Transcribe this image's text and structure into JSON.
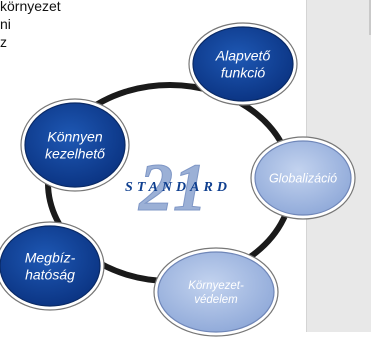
{
  "intro_text": [
    "környezet",
    "ni",
    "z"
  ],
  "center": {
    "number": "21",
    "word": "STANDARD"
  },
  "nodes": [
    {
      "id": "alapveto",
      "lines": [
        "Alapvető",
        "funkció"
      ],
      "style": "dark"
    },
    {
      "id": "globalizacio",
      "lines": [
        "Globalizáció"
      ],
      "style": "light"
    },
    {
      "id": "kornyezetvedelem",
      "lines": [
        "Környezet-",
        "védelem"
      ],
      "style": "light"
    },
    {
      "id": "megbizhatosag",
      "lines": [
        "Megbíz-",
        "hatóság"
      ],
      "style": "dark"
    },
    {
      "id": "konnyen",
      "lines": [
        "Könnyen",
        "kezelhető"
      ],
      "style": "dark"
    }
  ],
  "colors": {
    "dark_fill": "#0f3f8f",
    "light_fill": "#a9bfe4",
    "ring": "#1a1a1a",
    "number_fill": "#9bb0d6",
    "word_fill": "#0f3f8f"
  }
}
